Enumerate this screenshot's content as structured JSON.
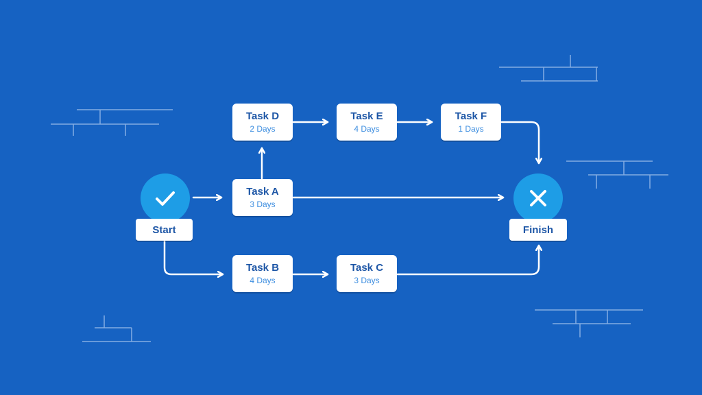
{
  "background_color": "#1662c2",
  "accent_color": "#1e9de6",
  "start": {
    "label": "Start",
    "icon": "checkmark-icon"
  },
  "finish": {
    "label": "Finish",
    "icon": "cross-icon"
  },
  "tasks": {
    "a": {
      "name": "Task A",
      "duration": "3 Days"
    },
    "b": {
      "name": "Task B",
      "duration": "4 Days"
    },
    "c": {
      "name": "Task C",
      "duration": "3 Days"
    },
    "d": {
      "name": "Task D",
      "duration": "2 Days"
    },
    "e": {
      "name": "Task E",
      "duration": "4 Days"
    },
    "f": {
      "name": "Task F",
      "duration": "1 Days"
    }
  }
}
